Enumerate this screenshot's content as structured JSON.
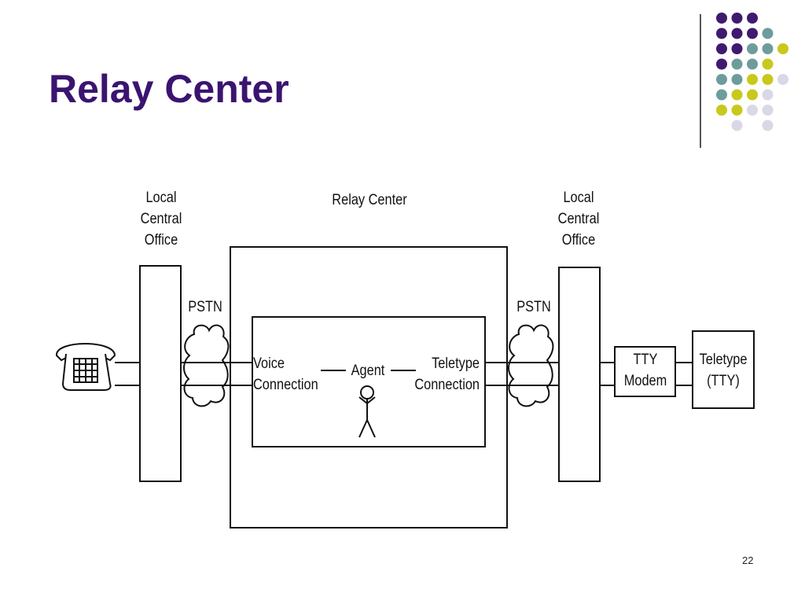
{
  "title": "Relay Center",
  "page_number": "22",
  "colors": {
    "title": "#3b1470",
    "dot_purple": "#3f1a6e",
    "dot_teal": "#6e9c9c",
    "dot_yellow": "#c9c81c",
    "dot_lavender": "#d8d8e6"
  },
  "diagram": {
    "left_office": "Local\nCentral\nOffice",
    "relay_center": "Relay Center",
    "right_office": "Local\nCentral\nOffice",
    "pstn_left": "PSTN",
    "pstn_right": "PSTN",
    "voice_connection": "Voice\nConnection",
    "agent": "Agent",
    "teletype_connection": "Teletype\nConnection",
    "tty_modem": "TTY\nModem",
    "teletype_tty": "Teletype\n(TTY)",
    "icons": [
      "telephone-icon",
      "person-icon",
      "cloud-icon"
    ]
  }
}
